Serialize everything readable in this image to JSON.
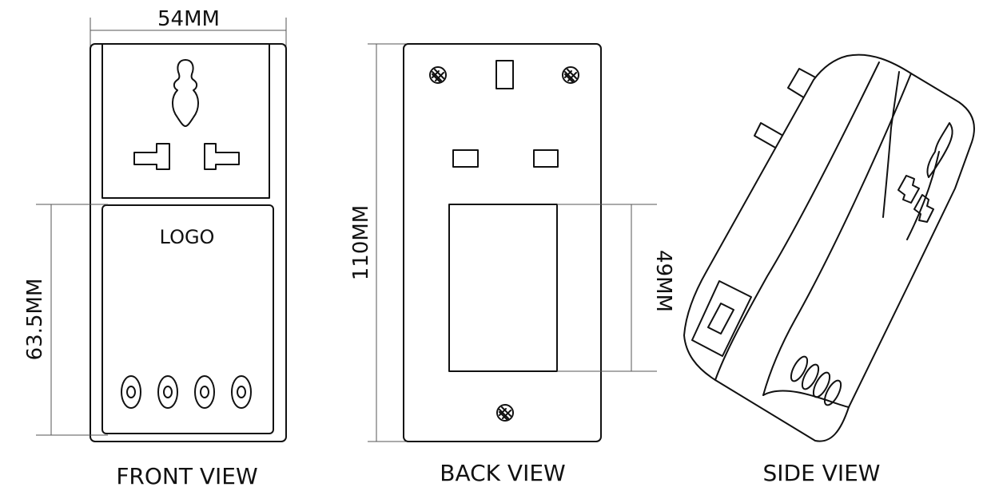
{
  "views": {
    "front": {
      "caption": "FRONT VIEW",
      "logo_text": "LOGO"
    },
    "back": {
      "caption": "BACK VIEW"
    },
    "side": {
      "caption": "SIDE VIEW"
    }
  },
  "dimensions": {
    "width": "54MM",
    "height": "110MM",
    "front_panel": "63.5MM",
    "back_panel": "49MM"
  }
}
